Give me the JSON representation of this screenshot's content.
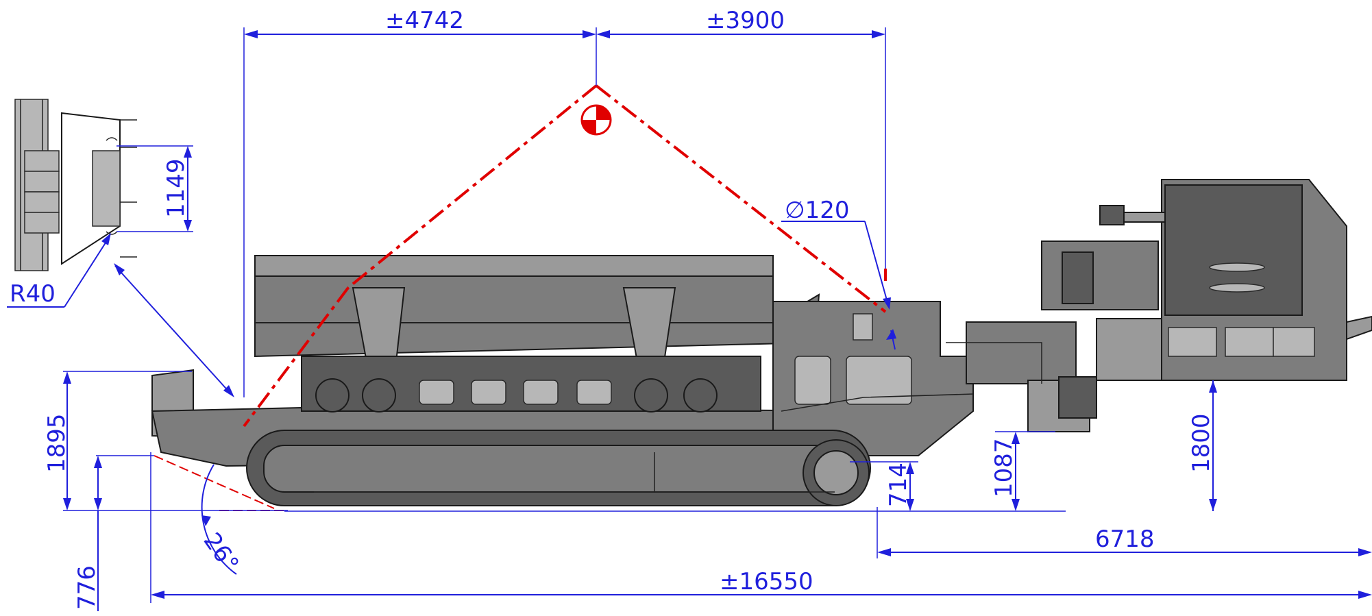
{
  "dimensions": {
    "top_left_span": "±4742",
    "top_right_span": "±3900",
    "diameter": "∅120",
    "detail_height": "1149",
    "detail_radius": "R40",
    "front_height": "1895",
    "front_clearance": "776",
    "approach_angle": "26°",
    "track_height": "714",
    "mid_height": "1087",
    "rear_height": "1800",
    "rear_length": "6718",
    "total_length": "±16550"
  },
  "colors": {
    "dimension": "#1f1fdc",
    "center_line": "#e00000",
    "machine_body": "#7d7d7d"
  },
  "icons": {
    "center_of_gravity": "center-of-gravity-icon"
  }
}
